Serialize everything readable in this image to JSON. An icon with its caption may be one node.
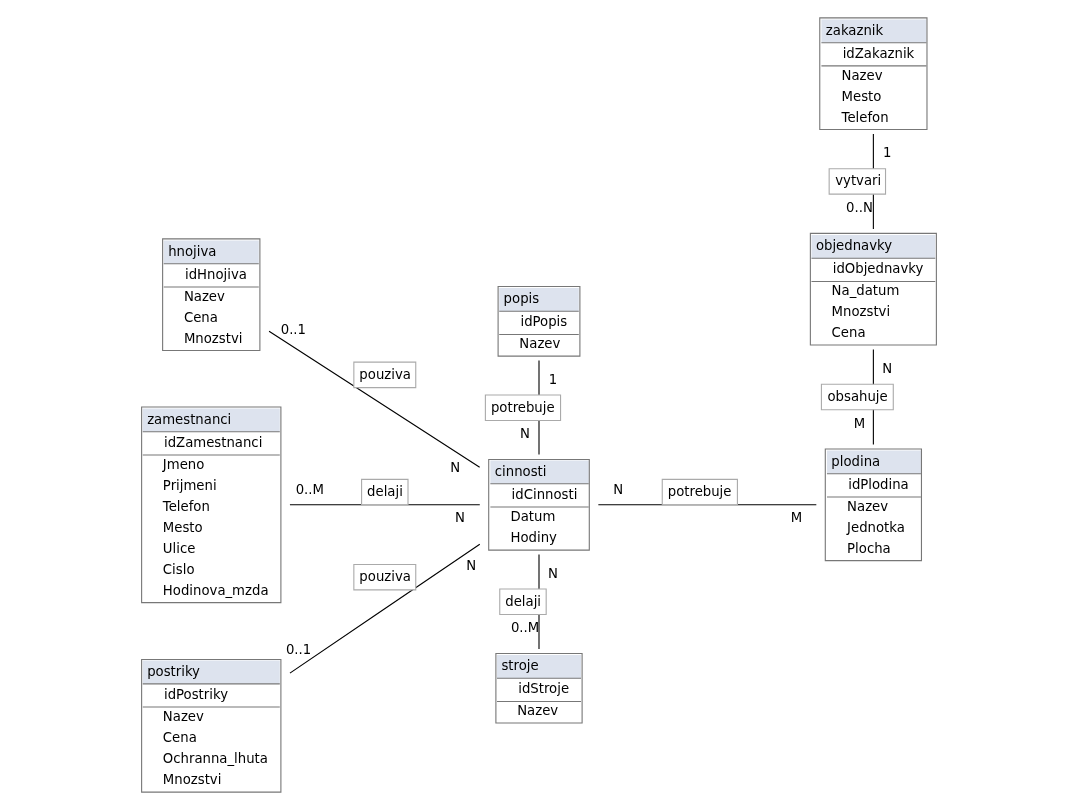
{
  "diagram": {
    "nodes": [
      {
        "text": [
          "hnojiva",
          "idHnojiva",
          "Nazev",
          "Cena",
          "Mnozstvi"
        ]
      },
      {
        "text": [
          "popis",
          "idPopis",
          "Nazev"
        ]
      },
      {
        "text": [
          "zakaznik",
          "idZakaznik",
          "Nazev",
          "Mesto",
          "Telefon"
        ]
      },
      {
        "text": [
          "zamestnanci",
          "idZamestnanci",
          "Jmeno",
          "Prijmeni",
          "Telefon",
          "Mesto",
          "Ulice",
          "Cislo",
          "Hodinova_mzda"
        ]
      },
      {
        "text": [
          "cinnosti",
          "idCinnosti",
          "Datum",
          "Hodiny"
        ]
      },
      {
        "text": [
          "objednavky",
          "idObjednavky",
          "Na_datum",
          "Mnozstvi",
          "Cena"
        ]
      },
      {
        "text": [
          "postriky",
          "idPostriky",
          "Nazev",
          "Cena",
          "Ochranna_lhuta",
          "Mnozstvi"
        ]
      },
      {
        "text": [
          "stroje",
          "idStroje",
          "Nazev"
        ]
      },
      {
        "text": [
          "plodina",
          "idPlodina",
          "Nazev",
          "Jednotka",
          "Plocha"
        ]
      }
    ],
    "edges": [
      {
        "from": 0,
        "to": 4,
        "arrow": "none",
        "label": "pouziva"
      },
      {
        "from": 1,
        "to": 4,
        "arrow": "none",
        "label": "potrebuje"
      },
      {
        "from": 2,
        "to": 5,
        "arrow": "none",
        "label": "vytvari"
      },
      {
        "from": 3,
        "to": 4,
        "arrow": "none",
        "label": "delaji"
      },
      {
        "from": 6,
        "to": 4,
        "arrow": "none",
        "label": "pouziva"
      },
      {
        "from": 4,
        "to": 7,
        "arrow": "none",
        "label": "delaji"
      },
      {
        "from": 4,
        "to": 8,
        "arrow": "none",
        "label": "potrebuje"
      },
      {
        "from": 5,
        "to": 8,
        "arrow": "none",
        "label": "obsahuje"
      }
    ],
    "labels": [
      "0..1",
      "1",
      "1",
      "N",
      "N",
      "0..N",
      "0..M",
      "N",
      "N",
      "N",
      "N",
      "N",
      "M",
      "0..1",
      "0..M",
      "M"
    ]
  }
}
